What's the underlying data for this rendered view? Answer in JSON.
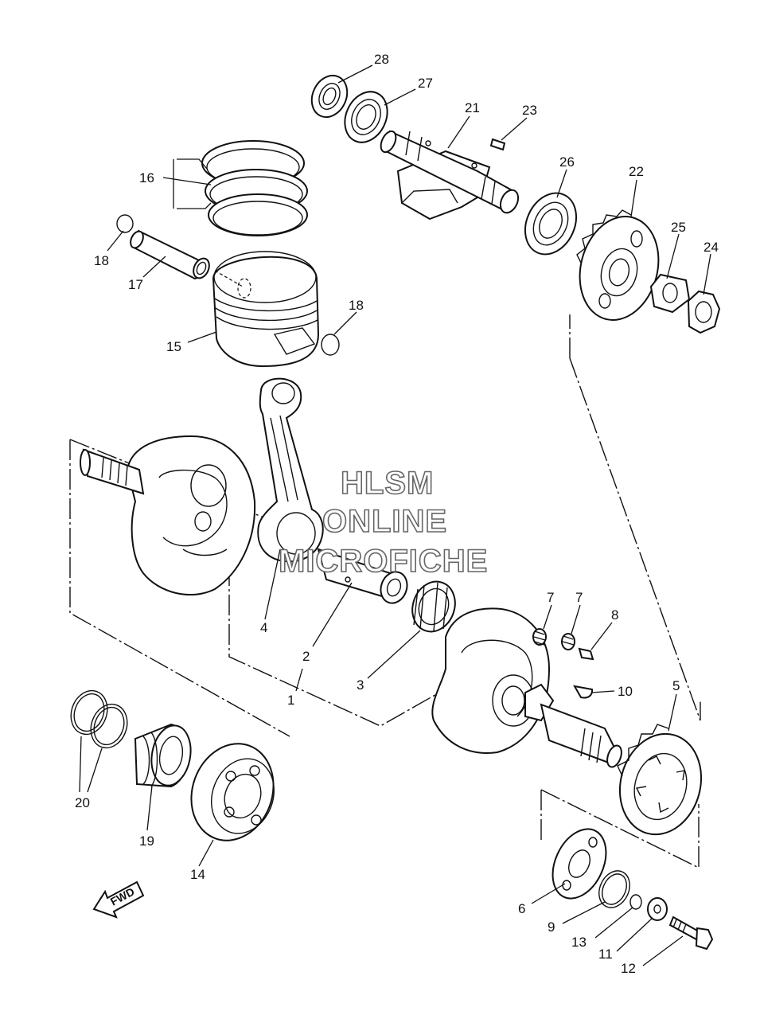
{
  "watermark": {
    "line1": "HLSM",
    "line2": "ONLINE",
    "line3": "MICROFICHE"
  },
  "fwd_label": "FWD",
  "callouts": [
    {
      "id": "c28",
      "label": "28"
    },
    {
      "id": "c27",
      "label": "27"
    },
    {
      "id": "c21",
      "label": "21"
    },
    {
      "id": "c23",
      "label": "23"
    },
    {
      "id": "c26",
      "label": "26"
    },
    {
      "id": "c22",
      "label": "22"
    },
    {
      "id": "c25",
      "label": "25"
    },
    {
      "id": "c24",
      "label": "24"
    },
    {
      "id": "c16",
      "label": "16"
    },
    {
      "id": "c18a",
      "label": "18"
    },
    {
      "id": "c17",
      "label": "17"
    },
    {
      "id": "c18b",
      "label": "18"
    },
    {
      "id": "c15",
      "label": "15"
    },
    {
      "id": "c4",
      "label": "4"
    },
    {
      "id": "c2",
      "label": "2"
    },
    {
      "id": "c1",
      "label": "1"
    },
    {
      "id": "c3",
      "label": "3"
    },
    {
      "id": "c7a",
      "label": "7"
    },
    {
      "id": "c7b",
      "label": "7"
    },
    {
      "id": "c8",
      "label": "8"
    },
    {
      "id": "c10",
      "label": "10"
    },
    {
      "id": "c5",
      "label": "5"
    },
    {
      "id": "c20",
      "label": "20"
    },
    {
      "id": "c19",
      "label": "19"
    },
    {
      "id": "c14",
      "label": "14"
    },
    {
      "id": "c6",
      "label": "6"
    },
    {
      "id": "c9",
      "label": "9"
    },
    {
      "id": "c13",
      "label": "13"
    },
    {
      "id": "c11",
      "label": "11"
    },
    {
      "id": "c12",
      "label": "12"
    }
  ]
}
